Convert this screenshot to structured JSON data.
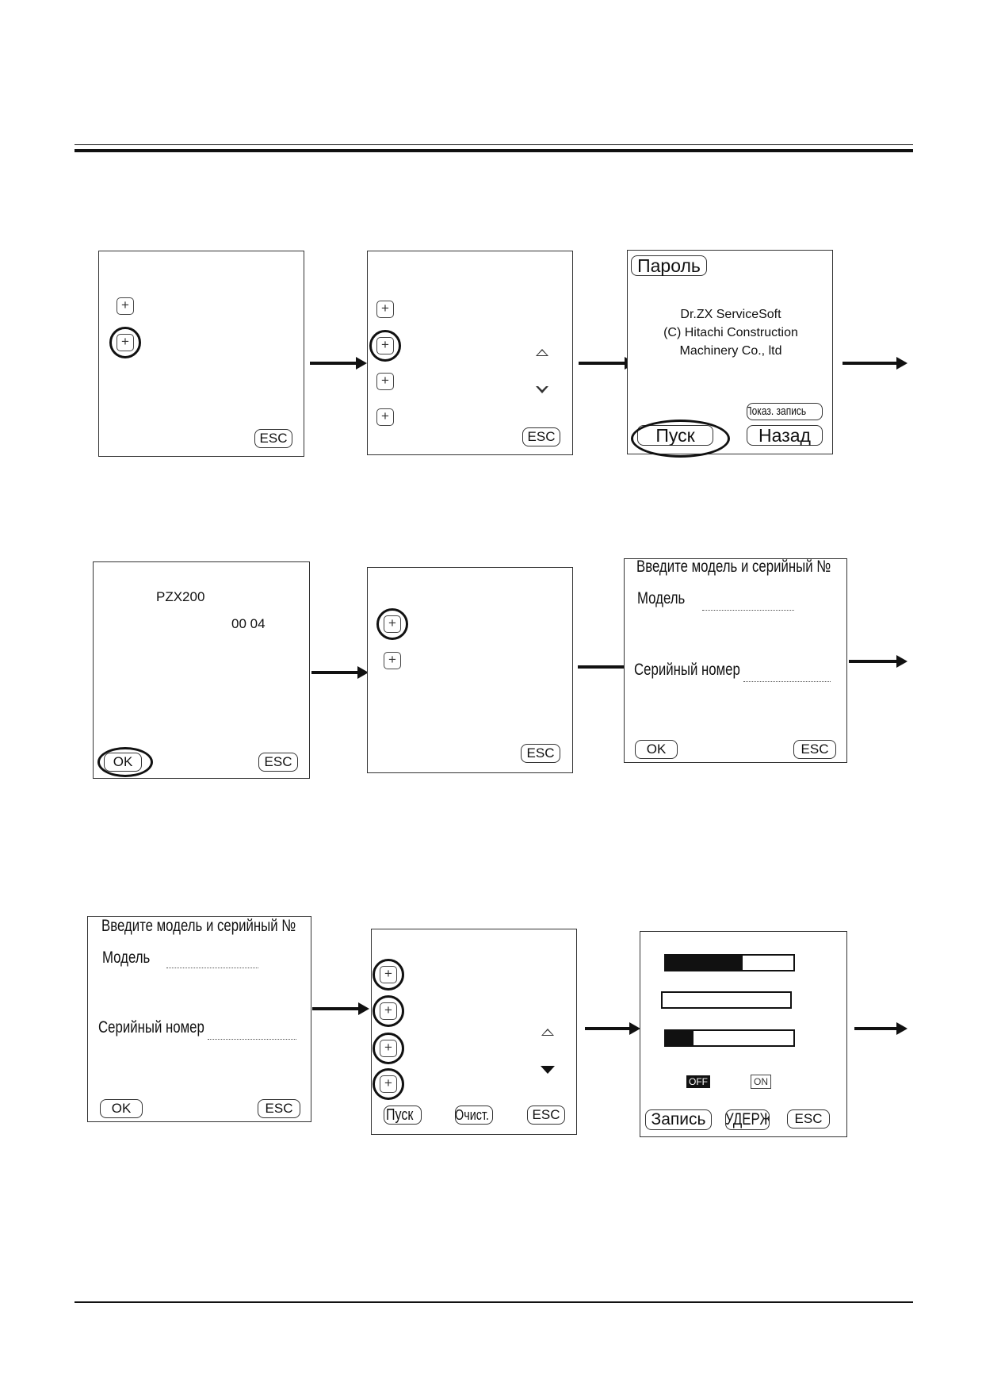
{
  "screens": {
    "s1": {
      "esc": "ESC"
    },
    "s2": {
      "esc": "ESC"
    },
    "s3": {
      "title": "Пароль",
      "line1": "Dr.ZX ServiceSoft",
      "line2": "(C) Hitachi Construction",
      "line3": "Machinery Co., ltd",
      "show_log": "Показ. запись",
      "start": "Пуск",
      "back": "Назад"
    },
    "s4": {
      "model": "PZX200",
      "code": "00 04",
      "ok": "OK",
      "esc": "ESC"
    },
    "s5": {
      "esc": "ESC"
    },
    "s6": {
      "prompt": "Введите модель и  серийный №",
      "model_label": "Модель",
      "serial_label": "Серийный номер",
      "ok": "OK",
      "esc": "ESC"
    },
    "s7": {
      "prompt": "Введите модель и  серийный №",
      "model_label": "Модель",
      "serial_label": "Серийный номер",
      "ok": "OK",
      "esc": "ESC"
    },
    "s8": {
      "start": "Пуск",
      "clear": "Очист.",
      "esc": "ESC"
    },
    "s9": {
      "bars": [
        0.6,
        0.0,
        0.22
      ],
      "off": "OFF",
      "on": "ON",
      "record": "Запись",
      "hold": "УДЕРЖ",
      "esc": "ESC"
    }
  }
}
